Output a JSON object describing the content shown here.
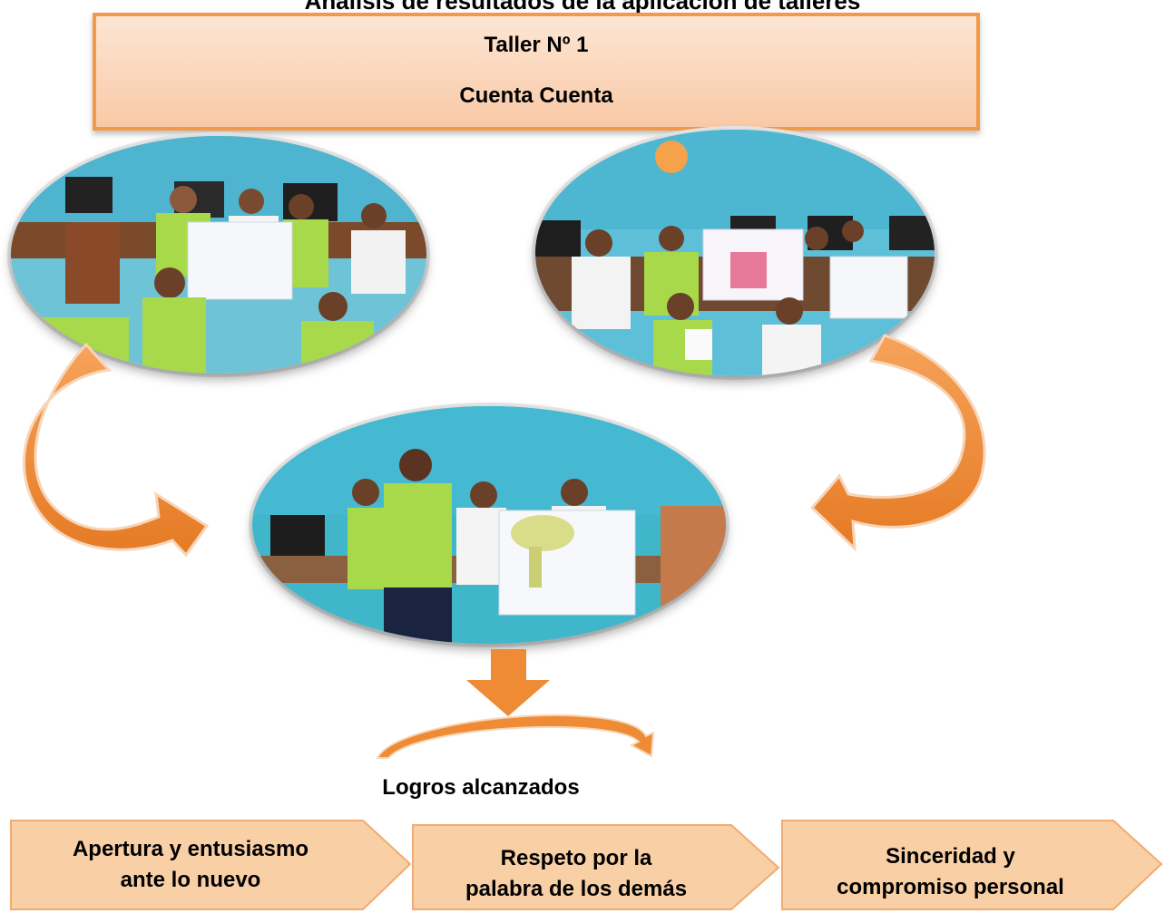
{
  "header": {
    "page_title": "Análisis de resultados de la aplicación de talleres",
    "title_line1": "Taller Nº 1",
    "title_line2": "Cuenta Cuenta"
  },
  "photos": [
    {
      "name": "photo-students-seated-left"
    },
    {
      "name": "photo-students-seated-right"
    },
    {
      "name": "photo-students-presenting-center"
    }
  ],
  "achievements": {
    "label": "Logros alcanzados",
    "items": [
      {
        "line1": "Apertura y entusiasmo",
        "line2": "ante lo nuevo"
      },
      {
        "line1": "Respeto por la",
        "line2": "palabra de los demás"
      },
      {
        "line1": "Sinceridad y",
        "line2": "compromiso personal"
      }
    ]
  },
  "colors": {
    "accent_orange": "#f0883a",
    "box_fill": "#fbd5b8",
    "box_border": "#f29a4a"
  }
}
